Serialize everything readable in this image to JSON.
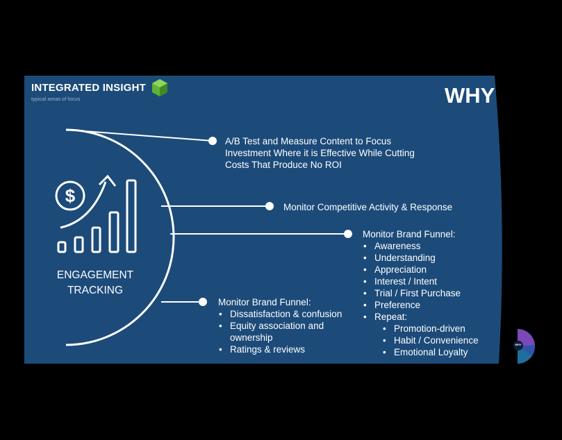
{
  "brand": {
    "title": "INTEGRATED INSIGHT",
    "subtitle": "typical areas of focus",
    "cube_icon": "green-cube-icon"
  },
  "slide_title": "WHY",
  "hub": {
    "label_line1": "ENGAGEMENT",
    "label_line2": "TRACKING",
    "icon": "dollar-growth-chart-icon"
  },
  "branches": [
    {
      "title_lines": [
        "A/B Test and Measure Content to Focus",
        "Investment Where it is Effective While Cutting",
        "Costs That Produce No ROI"
      ],
      "items": []
    },
    {
      "title_lines": [
        "Monitor Competitive Activity & Response"
      ],
      "items": []
    },
    {
      "title_lines": [
        "Monitor Brand Funnel:"
      ],
      "items": [
        "Awareness",
        "Understanding",
        "Appreciation",
        "Interest / Intent",
        "Trial / First Purchase",
        "Preference",
        "Repeat:"
      ],
      "sub_items": [
        "Promotion-driven",
        "Habit / Convenience",
        "Emotional Loyalty"
      ]
    },
    {
      "title_lines": [
        "Monitor Brand Funnel:"
      ],
      "items": [
        "Dissatisfaction & confusion",
        "Equity association and ownership",
        "Ratings & reviews"
      ]
    }
  ],
  "corner_widget": {
    "icon": "circular-nav-widget-icon",
    "center_label": "WHY"
  },
  "colors": {
    "slide_bg": "#1c4b7a",
    "page_bg": "#000000",
    "line": "#ffffff",
    "brand_green": "#5fb336"
  }
}
